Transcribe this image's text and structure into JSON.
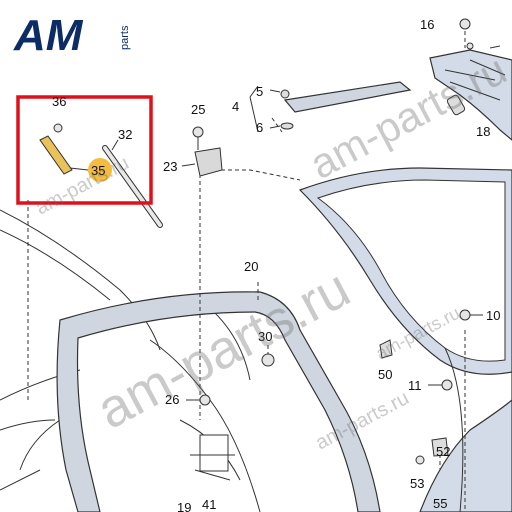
{
  "logo": {
    "main": "AM",
    "sub": "parts"
  },
  "watermark": {
    "text": "am-parts.ru"
  },
  "colors": {
    "highlight": "#e0101a",
    "callout": "#f2b01e",
    "door": "#d4dbe8",
    "seal": "#cfd6df"
  },
  "callouts": {
    "p16": "16",
    "p18": "18",
    "p36": "36",
    "p32": "32",
    "p35": "35",
    "p25": "25",
    "p4": "4",
    "p5": "5",
    "p6": "6",
    "p23": "23",
    "p20": "20",
    "p30": "30",
    "p26": "26",
    "p10": "10",
    "p50": "50",
    "p11": "11",
    "p52": "52",
    "p53": "53",
    "p55": "55",
    "p41": "41",
    "p19": "19"
  }
}
